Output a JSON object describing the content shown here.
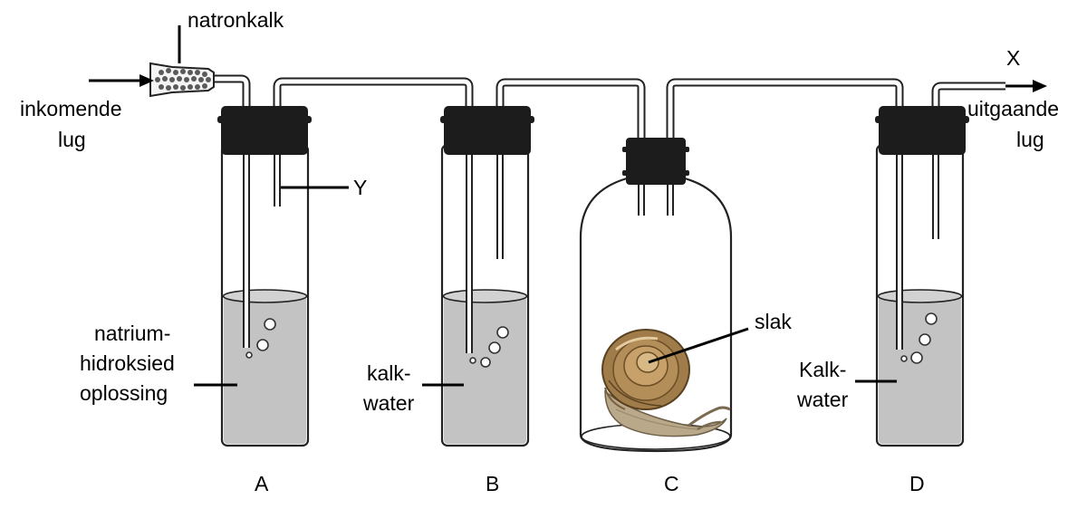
{
  "labels": {
    "natronkalk": "natronkalk",
    "inkomende_line1": "inkomende",
    "inkomende_line2": "lug",
    "y_marker": "Y",
    "x_marker": "X",
    "uitgaande_line1": "uitgaande",
    "uitgaande_line2": "lug",
    "natrium_line1": "natrium-",
    "natrium_line2": "hidroksied",
    "natrium_line3": "oplossing",
    "kalk_b_line1": "kalk-",
    "kalk_b_line2": "water",
    "slak": "slak",
    "kalk_d_line1": "Kalk-",
    "kalk_d_line2": "water"
  },
  "vessels": [
    "A",
    "B",
    "C",
    "D"
  ]
}
